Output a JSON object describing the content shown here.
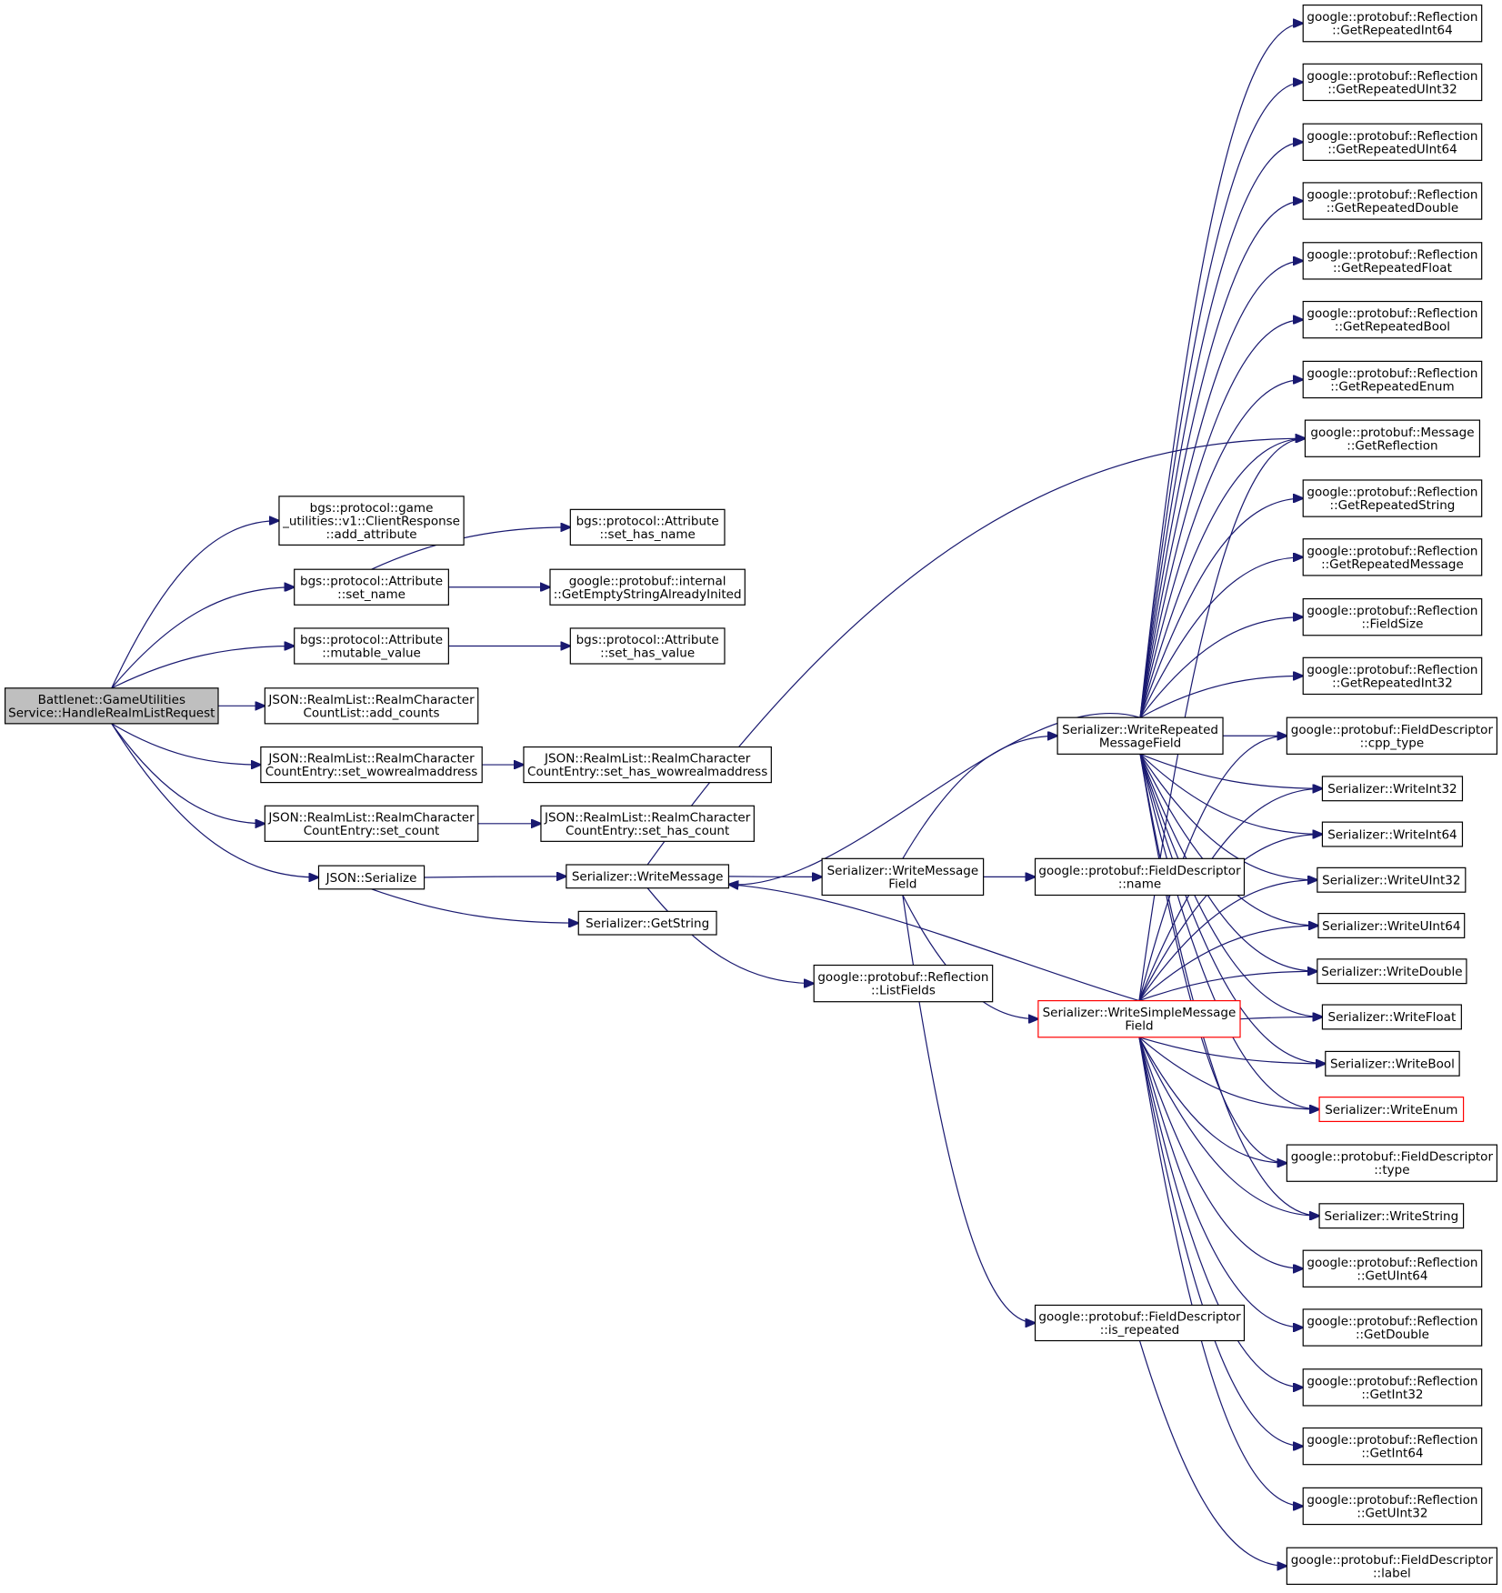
{
  "nodes": [
    {
      "id": "root",
      "label": [
        "Battlenet::GameUtilities",
        "Service::HandleRealmListRequest"
      ],
      "style": "root"
    },
    {
      "id": "add_attribute",
      "label": [
        "bgs::protocol::game",
        "_utilities::v1::ClientResponse",
        "::add_attribute"
      ]
    },
    {
      "id": "set_name",
      "label": [
        "bgs::protocol::Attribute",
        "::set_name"
      ]
    },
    {
      "id": "mutable_value",
      "label": [
        "bgs::protocol::Attribute",
        "::mutable_value"
      ]
    },
    {
      "id": "add_counts",
      "label": [
        "JSON::RealmList::RealmCharacter",
        "CountList::add_counts"
      ]
    },
    {
      "id": "set_wowrealmaddress",
      "label": [
        "JSON::RealmList::RealmCharacter",
        "CountEntry::set_wowrealmaddress"
      ]
    },
    {
      "id": "set_count",
      "label": [
        "JSON::RealmList::RealmCharacter",
        "CountEntry::set_count"
      ]
    },
    {
      "id": "json_serialize",
      "label": [
        "JSON::Serialize"
      ]
    },
    {
      "id": "set_has_name",
      "label": [
        "bgs::protocol::Attribute",
        "::set_has_name"
      ]
    },
    {
      "id": "get_empty_string",
      "label": [
        "google::protobuf::internal",
        "::GetEmptyStringAlreadyInited"
      ]
    },
    {
      "id": "set_has_value",
      "label": [
        "bgs::protocol::Attribute",
        "::set_has_value"
      ]
    },
    {
      "id": "set_has_wowrealmaddress",
      "label": [
        "JSON::RealmList::RealmCharacter",
        "CountEntry::set_has_wowrealmaddress"
      ]
    },
    {
      "id": "set_has_count",
      "label": [
        "JSON::RealmList::RealmCharacter",
        "CountEntry::set_has_count"
      ]
    },
    {
      "id": "write_message",
      "label": [
        "Serializer::WriteMessage"
      ]
    },
    {
      "id": "get_string",
      "label": [
        "Serializer::GetString"
      ]
    },
    {
      "id": "write_message_field",
      "label": [
        "Serializer::WriteMessage",
        "Field"
      ]
    },
    {
      "id": "list_fields",
      "label": [
        "google::protobuf::Reflection",
        "::ListFields"
      ]
    },
    {
      "id": "write_repeated",
      "label": [
        "Serializer::WriteRepeated",
        "MessageField"
      ]
    },
    {
      "id": "fd_name",
      "label": [
        "google::protobuf::FieldDescriptor",
        "::name"
      ]
    },
    {
      "id": "write_simple",
      "label": [
        "Serializer::WriteSimpleMessage",
        "Field"
      ],
      "style": "red"
    },
    {
      "id": "fd_is_repeated",
      "label": [
        "google::protobuf::FieldDescriptor",
        "::is_repeated"
      ]
    },
    {
      "id": "get_rep_int64",
      "label": [
        "google::protobuf::Reflection",
        "::GetRepeatedInt64"
      ]
    },
    {
      "id": "get_rep_uint32",
      "label": [
        "google::protobuf::Reflection",
        "::GetRepeatedUInt32"
      ]
    },
    {
      "id": "get_rep_uint64",
      "label": [
        "google::protobuf::Reflection",
        "::GetRepeatedUInt64"
      ]
    },
    {
      "id": "get_rep_double",
      "label": [
        "google::protobuf::Reflection",
        "::GetRepeatedDouble"
      ]
    },
    {
      "id": "get_rep_float",
      "label": [
        "google::protobuf::Reflection",
        "::GetRepeatedFloat"
      ]
    },
    {
      "id": "get_rep_bool",
      "label": [
        "google::protobuf::Reflection",
        "::GetRepeatedBool"
      ]
    },
    {
      "id": "get_rep_enum",
      "label": [
        "google::protobuf::Reflection",
        "::GetRepeatedEnum"
      ]
    },
    {
      "id": "msg_get_reflection",
      "label": [
        "google::protobuf::Message",
        "::GetReflection"
      ]
    },
    {
      "id": "get_rep_string",
      "label": [
        "google::protobuf::Reflection",
        "::GetRepeatedString"
      ]
    },
    {
      "id": "get_rep_message",
      "label": [
        "google::protobuf::Reflection",
        "::GetRepeatedMessage"
      ]
    },
    {
      "id": "field_size",
      "label": [
        "google::protobuf::Reflection",
        "::FieldSize"
      ]
    },
    {
      "id": "get_rep_int32",
      "label": [
        "google::protobuf::Reflection",
        "::GetRepeatedInt32"
      ]
    },
    {
      "id": "fd_cpp_type",
      "label": [
        "google::protobuf::FieldDescriptor",
        "::cpp_type"
      ]
    },
    {
      "id": "write_int32",
      "label": [
        "Serializer::WriteInt32"
      ]
    },
    {
      "id": "write_int64",
      "label": [
        "Serializer::WriteInt64"
      ]
    },
    {
      "id": "write_uint32",
      "label": [
        "Serializer::WriteUInt32"
      ]
    },
    {
      "id": "write_uint64",
      "label": [
        "Serializer::WriteUInt64"
      ]
    },
    {
      "id": "write_double",
      "label": [
        "Serializer::WriteDouble"
      ]
    },
    {
      "id": "write_float",
      "label": [
        "Serializer::WriteFloat"
      ]
    },
    {
      "id": "write_bool",
      "label": [
        "Serializer::WriteBool"
      ]
    },
    {
      "id": "write_enum",
      "label": [
        "Serializer::WriteEnum"
      ],
      "style": "red"
    },
    {
      "id": "fd_type",
      "label": [
        "google::protobuf::FieldDescriptor",
        "::type"
      ]
    },
    {
      "id": "write_string",
      "label": [
        "Serializer::WriteString"
      ]
    },
    {
      "id": "get_uint64",
      "label": [
        "google::protobuf::Reflection",
        "::GetUInt64"
      ]
    },
    {
      "id": "get_double",
      "label": [
        "google::protobuf::Reflection",
        "::GetDouble"
      ]
    },
    {
      "id": "get_int32",
      "label": [
        "google::protobuf::Reflection",
        "::GetInt32"
      ]
    },
    {
      "id": "get_int64",
      "label": [
        "google::protobuf::Reflection",
        "::GetInt64"
      ]
    },
    {
      "id": "get_uint32",
      "label": [
        "google::protobuf::Reflection",
        "::GetUInt32"
      ]
    },
    {
      "id": "fd_label",
      "label": [
        "google::protobuf::FieldDescriptor",
        "::label"
      ]
    }
  ],
  "edges": [
    [
      "root",
      "add_attribute"
    ],
    [
      "root",
      "set_name"
    ],
    [
      "root",
      "mutable_value"
    ],
    [
      "root",
      "add_counts"
    ],
    [
      "root",
      "set_wowrealmaddress"
    ],
    [
      "root",
      "set_count"
    ],
    [
      "root",
      "json_serialize"
    ],
    [
      "set_name",
      "set_has_name"
    ],
    [
      "set_name",
      "get_empty_string"
    ],
    [
      "mutable_value",
      "set_has_value"
    ],
    [
      "set_wowrealmaddress",
      "set_has_wowrealmaddress"
    ],
    [
      "set_count",
      "set_has_count"
    ],
    [
      "json_serialize",
      "write_message"
    ],
    [
      "json_serialize",
      "get_string"
    ],
    [
      "write_message",
      "write_message_field"
    ],
    [
      "write_message",
      "list_fields"
    ],
    [
      "write_message",
      "msg_get_reflection"
    ],
    [
      "write_message_field",
      "write_repeated"
    ],
    [
      "write_message_field",
      "fd_name"
    ],
    [
      "write_message_field",
      "write_simple"
    ],
    [
      "write_message_field",
      "fd_is_repeated"
    ],
    [
      "write_repeated",
      "write_message"
    ],
    [
      "write_simple",
      "write_message"
    ],
    [
      "write_repeated",
      "get_rep_int64"
    ],
    [
      "write_repeated",
      "get_rep_uint32"
    ],
    [
      "write_repeated",
      "get_rep_uint64"
    ],
    [
      "write_repeated",
      "get_rep_double"
    ],
    [
      "write_repeated",
      "get_rep_float"
    ],
    [
      "write_repeated",
      "get_rep_bool"
    ],
    [
      "write_repeated",
      "get_rep_enum"
    ],
    [
      "write_repeated",
      "msg_get_reflection"
    ],
    [
      "write_repeated",
      "get_rep_string"
    ],
    [
      "write_repeated",
      "get_rep_message"
    ],
    [
      "write_repeated",
      "field_size"
    ],
    [
      "write_repeated",
      "get_rep_int32"
    ],
    [
      "write_repeated",
      "fd_cpp_type"
    ],
    [
      "write_repeated",
      "write_int32"
    ],
    [
      "write_repeated",
      "write_int64"
    ],
    [
      "write_repeated",
      "write_uint32"
    ],
    [
      "write_repeated",
      "write_uint64"
    ],
    [
      "write_repeated",
      "write_double"
    ],
    [
      "write_repeated",
      "write_float"
    ],
    [
      "write_repeated",
      "write_bool"
    ],
    [
      "write_repeated",
      "write_enum"
    ],
    [
      "write_repeated",
      "fd_type"
    ],
    [
      "write_repeated",
      "write_string"
    ],
    [
      "write_simple",
      "msg_get_reflection"
    ],
    [
      "write_simple",
      "fd_cpp_type"
    ],
    [
      "write_simple",
      "write_int32"
    ],
    [
      "write_simple",
      "write_int64"
    ],
    [
      "write_simple",
      "write_uint32"
    ],
    [
      "write_simple",
      "write_uint64"
    ],
    [
      "write_simple",
      "write_double"
    ],
    [
      "write_simple",
      "write_float"
    ],
    [
      "write_simple",
      "write_bool"
    ],
    [
      "write_simple",
      "write_enum"
    ],
    [
      "write_simple",
      "fd_type"
    ],
    [
      "write_simple",
      "write_string"
    ],
    [
      "write_simple",
      "get_uint64"
    ],
    [
      "write_simple",
      "get_double"
    ],
    [
      "write_simple",
      "get_int32"
    ],
    [
      "write_simple",
      "get_int64"
    ],
    [
      "write_simple",
      "get_uint32"
    ],
    [
      "fd_is_repeated",
      "fd_label"
    ]
  ],
  "colors": {
    "edge": "#191970",
    "node_border": "#000000",
    "root_fill": "#bfbfbf",
    "highlight_border": "#ff0000"
  }
}
